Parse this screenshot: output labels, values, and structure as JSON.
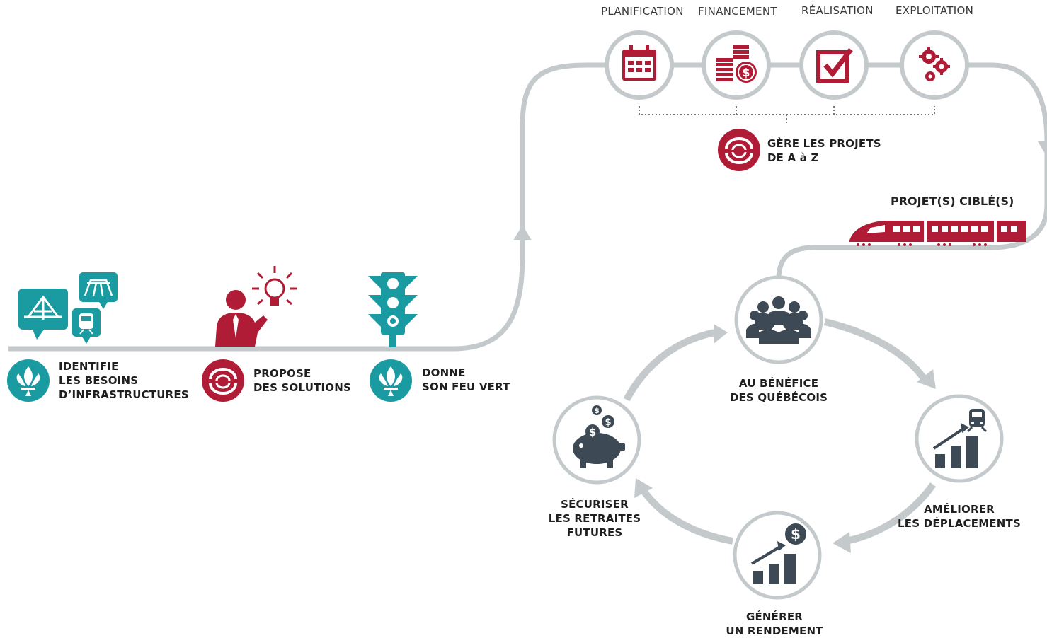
{
  "colors": {
    "teal": "#1a9ba1",
    "crimson": "#b01c36",
    "path_gray": "#c4cacc",
    "icon_dark": "#3d4a55"
  },
  "left_steps": [
    {
      "icon": "quebec-fleur-de-lis-icon",
      "lines": [
        "IDENTIFIE",
        "LES BESOINS",
        "D’INFRASTRUCTURES"
      ]
    },
    {
      "icon": "cdpq-logo-icon",
      "lines": [
        "PROPOSE",
        "DES SOLUTIONS"
      ]
    },
    {
      "icon": "quebec-fleur-de-lis-icon",
      "lines": [
        "DONNE",
        "SON FEU VERT"
      ]
    }
  ],
  "phases": [
    {
      "label": "PLANIFICATION",
      "icon": "calendar-icon"
    },
    {
      "label": "FINANCEMENT",
      "icon": "coins-dollar-icon"
    },
    {
      "label": "RÉALISATION",
      "icon": "checkbox-icon"
    },
    {
      "label": "EXPLOITATION",
      "icon": "gears-icon"
    }
  ],
  "manages": {
    "lines": [
      "GÈRE LES PROJETS",
      "DE A à Z"
    ],
    "icon": "cdpq-logo-icon"
  },
  "targeted": {
    "label": "PROJET(S) CIBLÉ(S)",
    "icon": "train-icon"
  },
  "cycle": [
    {
      "icon": "people-group-icon",
      "lines": [
        "AU BÉNÉFICE",
        "DES QUÉBÉCOIS"
      ]
    },
    {
      "icon": "growth-chart-train-icon",
      "lines": [
        "AMÉLIORER",
        "LES DÉPLACEMENTS"
      ]
    },
    {
      "icon": "growth-chart-dollar-icon",
      "lines": [
        "GÉNÉRER",
        "UN RENDEMENT"
      ]
    },
    {
      "icon": "piggy-bank-icon",
      "lines": [
        "SÉCURISER",
        "LES RETRAITES",
        "FUTURES"
      ]
    }
  ]
}
